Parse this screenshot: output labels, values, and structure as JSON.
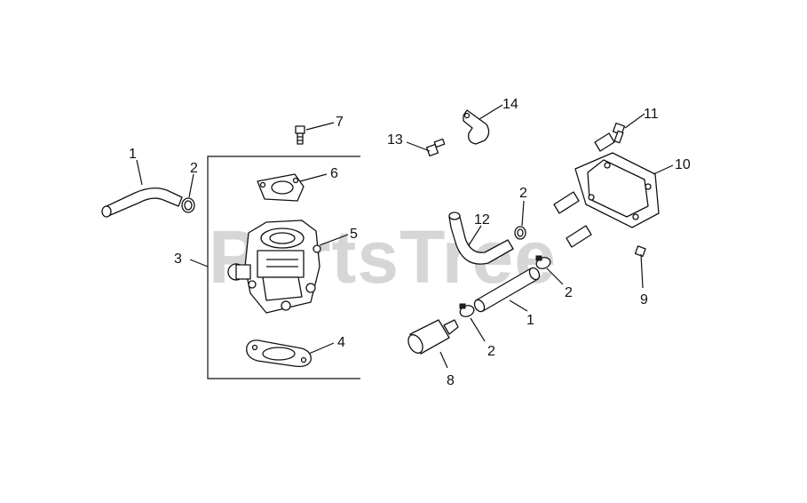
{
  "watermark": {
    "text": "PartsTree"
  },
  "callouts": {
    "hose_left": "1",
    "clamp_left": "2",
    "carb_assembly": "3",
    "gasket_lower": "4",
    "carburetor": "5",
    "gasket_upper": "6",
    "bolt_top": "7",
    "fuel_filter": "8",
    "nut_small": "9",
    "fuel_pump": "10",
    "bolt_pump": "11",
    "hose_bent": "12",
    "screw_clip": "13",
    "clip": "14",
    "clamp_upper_mid": "2",
    "clamp_right": "2",
    "hose_mid": "1",
    "clamp_filter": "2"
  },
  "colors": {
    "line": "#111111",
    "watermark": "#d6d6d6",
    "background": "#ffffff"
  }
}
